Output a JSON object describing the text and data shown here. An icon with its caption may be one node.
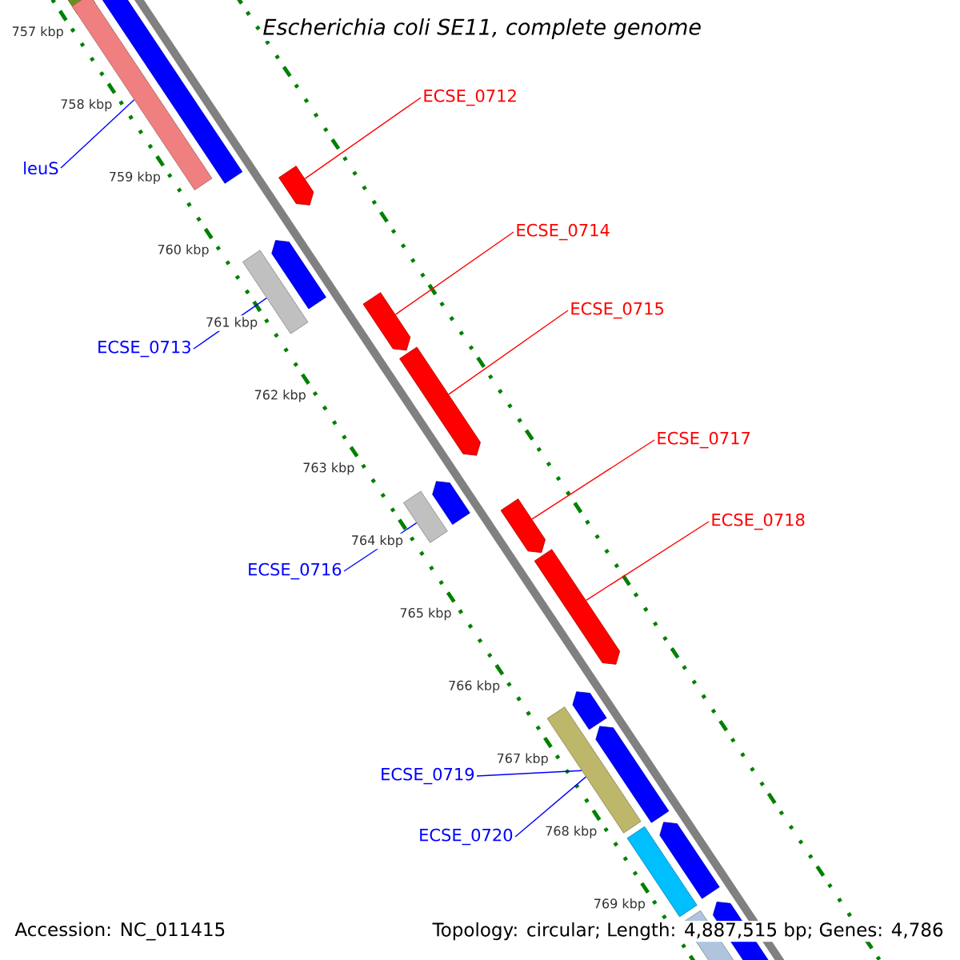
{
  "diagram": {
    "title": "Escherichia coli SE11, complete genome",
    "nodes": [
      {
        "text": [
          "ECSE_0712"
        ]
      },
      {
        "text": [
          "leuS"
        ]
      },
      {
        "text": [
          "ECSE_0714"
        ]
      },
      {
        "text": [
          "ECSE_0715"
        ]
      },
      {
        "text": [
          "ECSE_0713"
        ]
      },
      {
        "text": [
          "ECSE_0717"
        ]
      },
      {
        "text": [
          "ECSE_0718"
        ]
      },
      {
        "text": [
          "ECSE_0716"
        ]
      },
      {
        "text": [
          "ECSE_0719"
        ]
      },
      {
        "text": [
          "ECSE_0720"
        ]
      },
      {
        "text": [],
        "shape": "bar"
      },
      {
        "text": [],
        "shape": "bar"
      },
      {
        "text": [],
        "shape": "bar"
      },
      {
        "text": [],
        "shape": "bar"
      },
      {
        "text": [],
        "shape": "bar"
      },
      {
        "text": [],
        "shape": "bar"
      },
      {
        "text": [],
        "shape": "bar"
      },
      {
        "text": [],
        "shape": "bar"
      },
      {
        "text": [],
        "shape": "bar"
      }
    ],
    "edges": [
      {
        "from": 0,
        "to": 11,
        "arrow": "none",
        "color": "#ff0000"
      },
      {
        "from": 1,
        "to": 10,
        "arrow": "none",
        "color": "#0000ff"
      },
      {
        "from": 2,
        "to": 13,
        "arrow": "none",
        "color": "#ff0000"
      },
      {
        "from": 3,
        "to": 14,
        "arrow": "none",
        "color": "#ff0000"
      },
      {
        "from": 4,
        "to": 12,
        "arrow": "none",
        "color": "#0000ff"
      },
      {
        "from": 5,
        "to": 16,
        "arrow": "none",
        "color": "#ff0000"
      },
      {
        "from": 6,
        "to": 17,
        "arrow": "none",
        "color": "#ff0000"
      },
      {
        "from": 7,
        "to": 15,
        "arrow": "none",
        "color": "#0000ff"
      },
      {
        "from": 8,
        "to": 18,
        "arrow": "none",
        "color": "#0000ff"
      },
      {
        "from": 9,
        "to": 18,
        "arrow": "none",
        "color": "#0000ff"
      }
    ],
    "labels": [
      "757 kbp",
      "758 kbp",
      "759 kbp",
      "760 kbp",
      "761 kbp",
      "762 kbp",
      "763 kbp",
      "764 kbp",
      "765 kbp",
      "766 kbp",
      "767 kbp",
      "768 kbp",
      "769 kbp",
      "Accession: NC_011415",
      "Topology: circular; Length: 4,887,515 bp; Genes: 4,786"
    ]
  }
}
